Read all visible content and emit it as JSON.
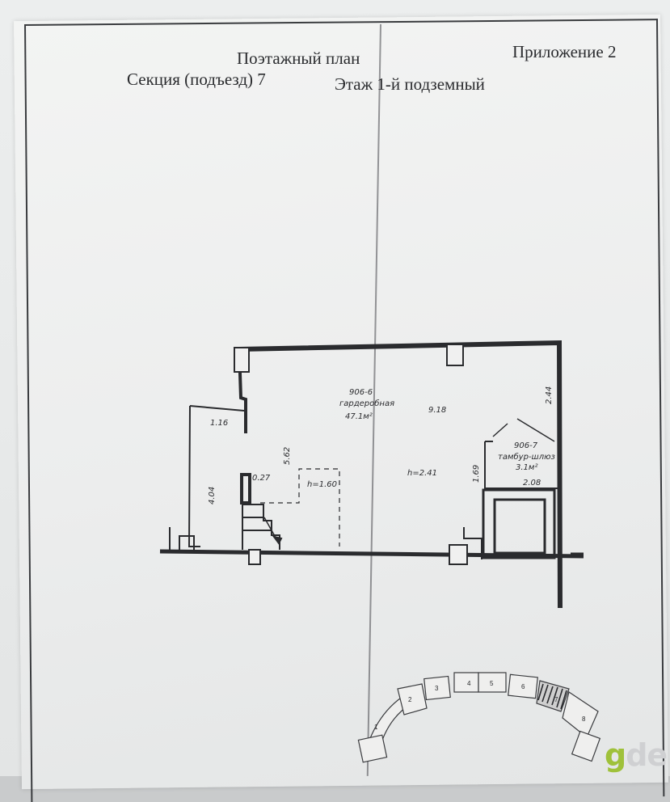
{
  "header": {
    "title": "Поэтажный план",
    "appendix": "Приложение 2",
    "section": "Секция (подъезд) 7",
    "floor": "Этаж 1-й подземный"
  },
  "plan": {
    "room_main": {
      "number": "906-6",
      "name": "гардеробная",
      "area": "47.1м²",
      "height": "h=2.41"
    },
    "room_lock": {
      "number": "906-7",
      "name": "тамбур-шлюз",
      "area": "3.1м²"
    },
    "dimensions": {
      "d_9_18": "9.18",
      "d_2_44": "2.44",
      "d_1_16": "1.16",
      "d_5_62": "5.62",
      "d_4_04": "4.04",
      "d_0_27": "0.27",
      "d_1_69": "1.69",
      "d_2_08": "2.08",
      "h_1_60": "h=1.60"
    }
  },
  "key_plan": {
    "section_numbers": [
      "1",
      "2",
      "3",
      "4",
      "5",
      "6",
      "7",
      "8"
    ]
  },
  "watermark": {
    "text_g": "g",
    "text_de": "de"
  }
}
